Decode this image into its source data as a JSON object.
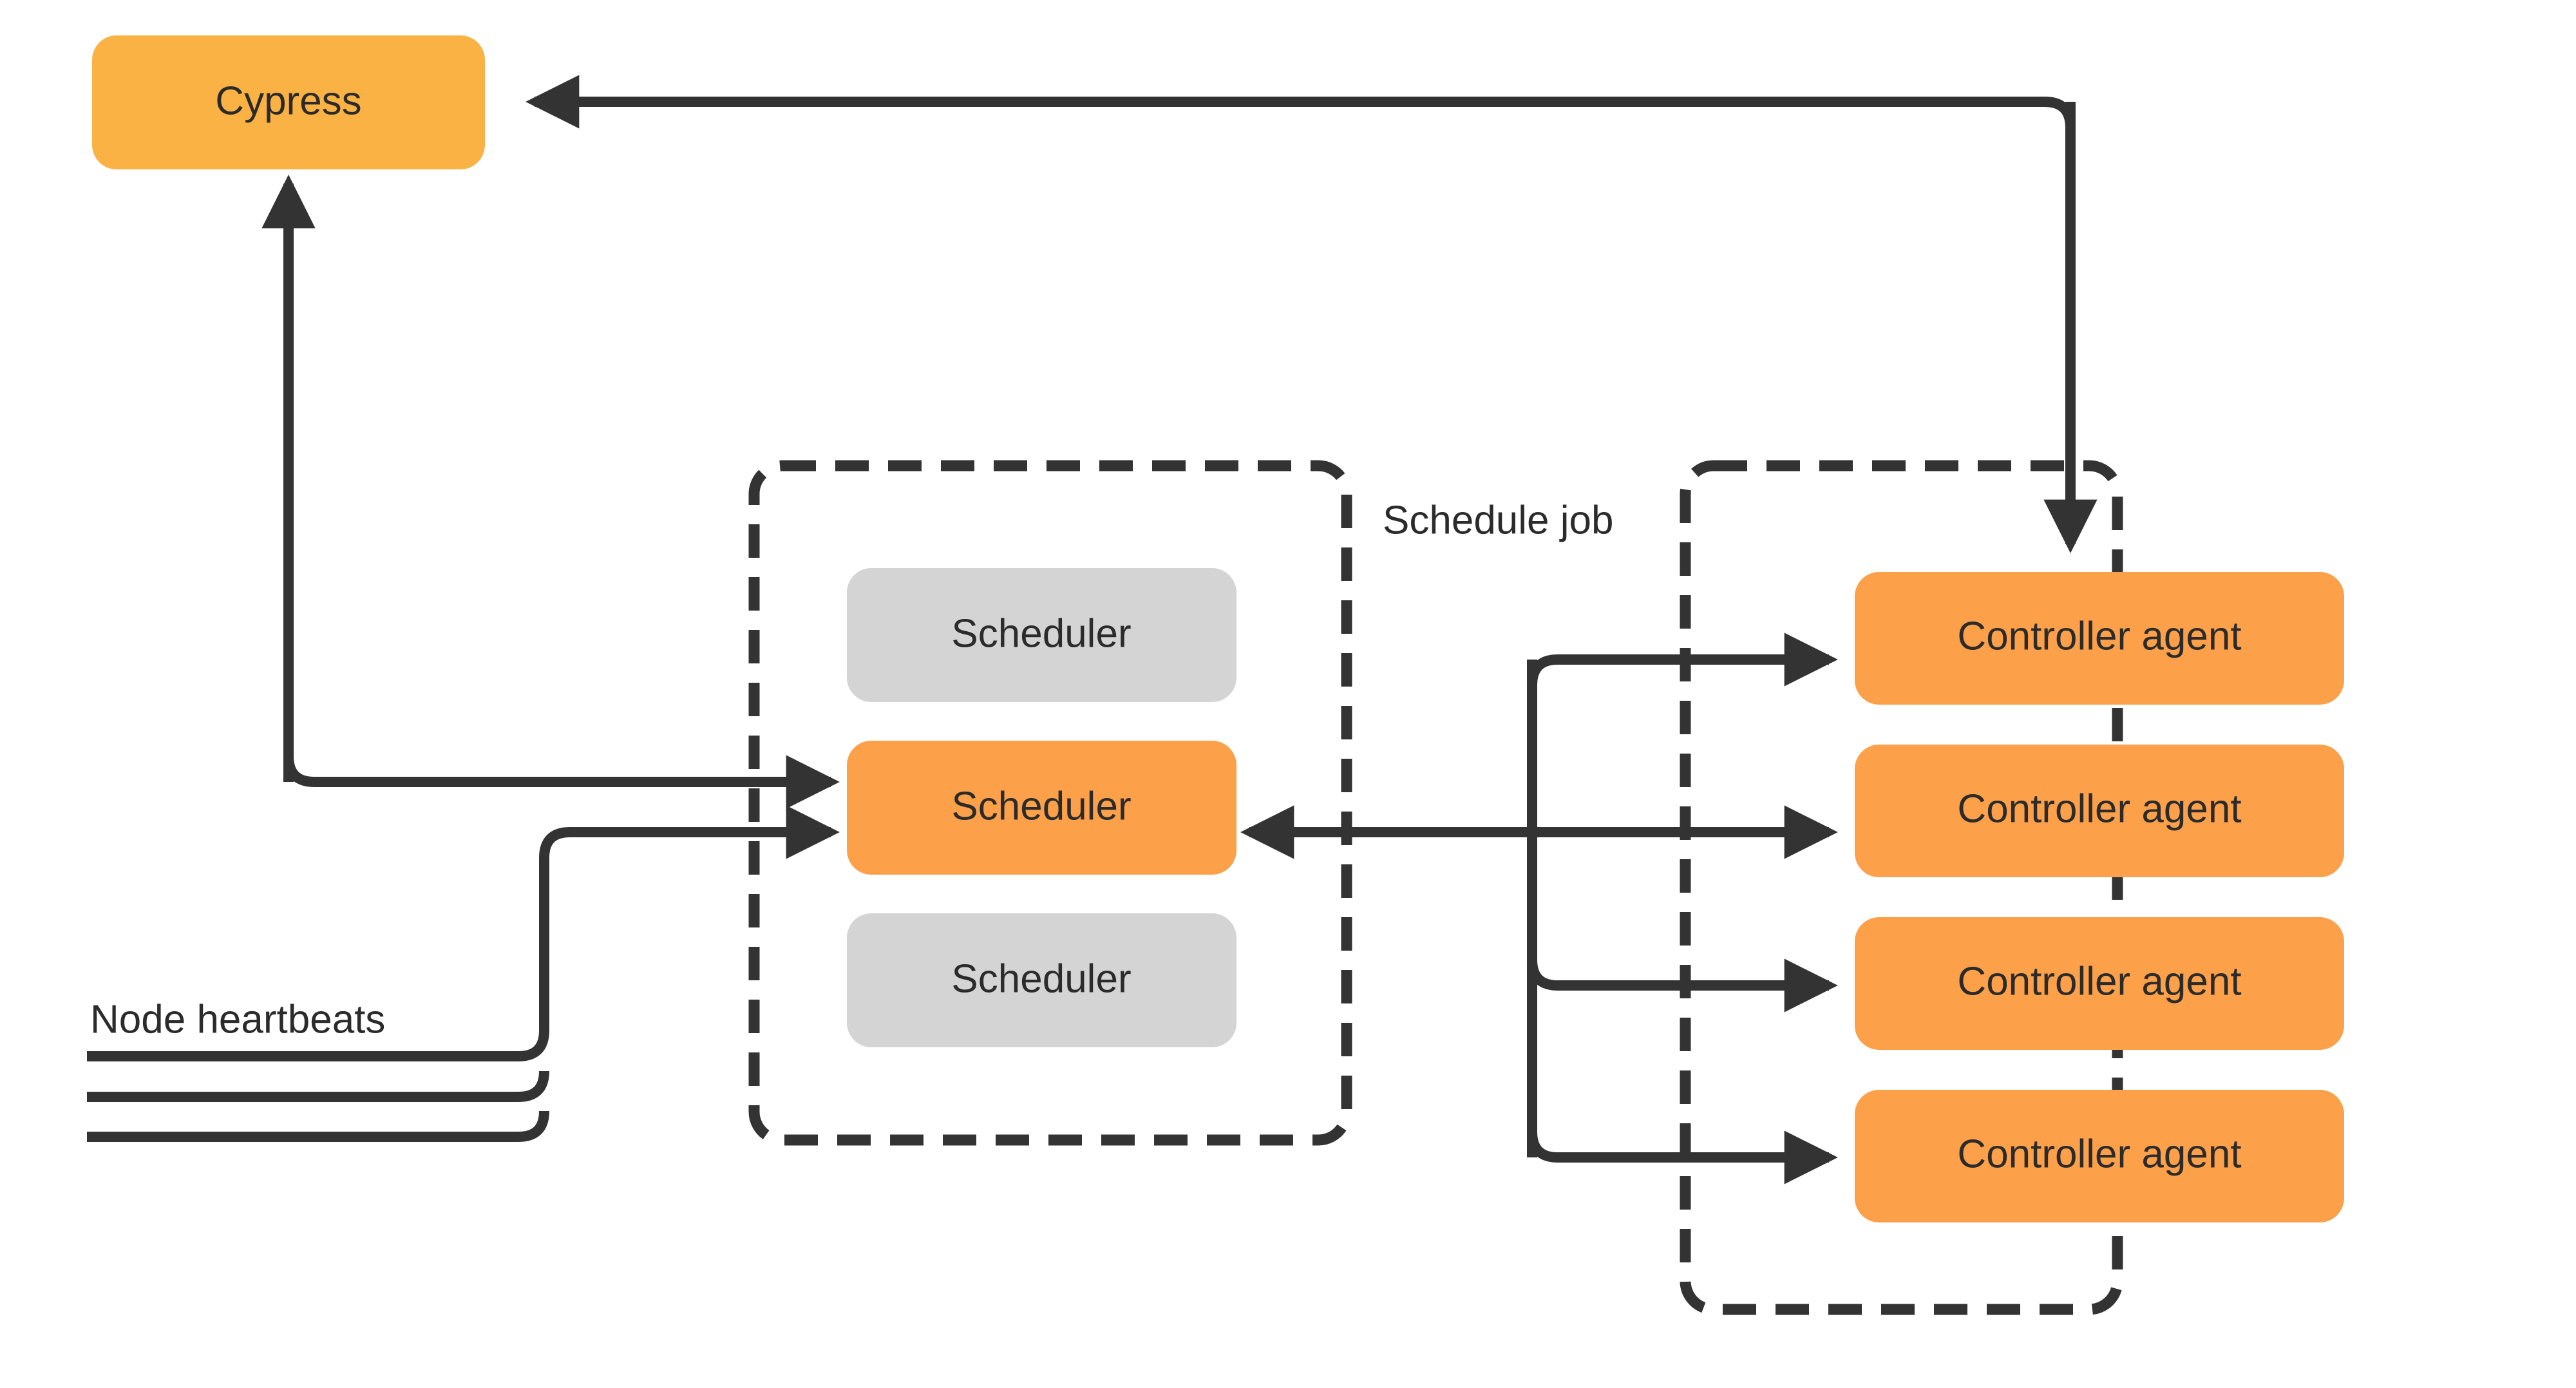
{
  "diagram": {
    "title_text": "",
    "colors": {
      "background": "#ffffff",
      "stroke": "#333333",
      "cypress_fill": "#FBB244",
      "active_fill": "#FCA04A",
      "inactive_fill": "#D4D4D4",
      "text": "#2b2b2b"
    },
    "nodes": {
      "cypress": {
        "label": "Cypress",
        "fill": "#FBB244",
        "state": "active"
      },
      "schedulers": [
        {
          "label": "Scheduler",
          "fill": "#D4D4D4",
          "state": "standby"
        },
        {
          "label": "Scheduler",
          "fill": "#FCA04A",
          "state": "leader"
        },
        {
          "label": "Scheduler",
          "fill": "#D4D4D4",
          "state": "standby"
        }
      ],
      "controller_agents": [
        {
          "label": "Controller agent",
          "fill": "#FCA04A"
        },
        {
          "label": "Controller agent",
          "fill": "#FCA04A"
        },
        {
          "label": "Controller agent",
          "fill": "#FCA04A"
        },
        {
          "label": "Controller agent",
          "fill": "#FCA04A"
        }
      ]
    },
    "groups": {
      "scheduler_group": {
        "label": "",
        "style": "dashed"
      },
      "agent_group": {
        "label": "",
        "style": "dashed"
      }
    },
    "edge_labels": {
      "schedule_job": "Schedule job",
      "node_heartbeats": "Node heartbeats"
    },
    "edges": [
      {
        "from": "controller-agents-group",
        "to": "cypress",
        "label": "",
        "direction": "left"
      },
      {
        "from": "cypress",
        "to": "scheduler-leader",
        "label": "",
        "direction": "right"
      },
      {
        "from": "node-heartbeats",
        "to": "scheduler-leader",
        "label": "Node heartbeats",
        "direction": "right"
      },
      {
        "from": "scheduler-leader",
        "to": "controller-agent-1",
        "label": "Schedule job",
        "direction": "right"
      },
      {
        "from": "scheduler-leader",
        "to": "controller-agent-2",
        "label": "Schedule job",
        "direction": "right"
      },
      {
        "from": "scheduler-leader",
        "to": "controller-agent-3",
        "label": "Schedule job",
        "direction": "right"
      },
      {
        "from": "scheduler-leader",
        "to": "controller-agent-4",
        "label": "Schedule job",
        "direction": "right"
      },
      {
        "from": "controller-agent-2",
        "to": "scheduler-leader",
        "label": "",
        "direction": "left"
      },
      {
        "from": "cypress-feedback",
        "to": "controller-agent-1",
        "label": "",
        "direction": "down"
      }
    ],
    "heartbeat_lines": 3
  }
}
